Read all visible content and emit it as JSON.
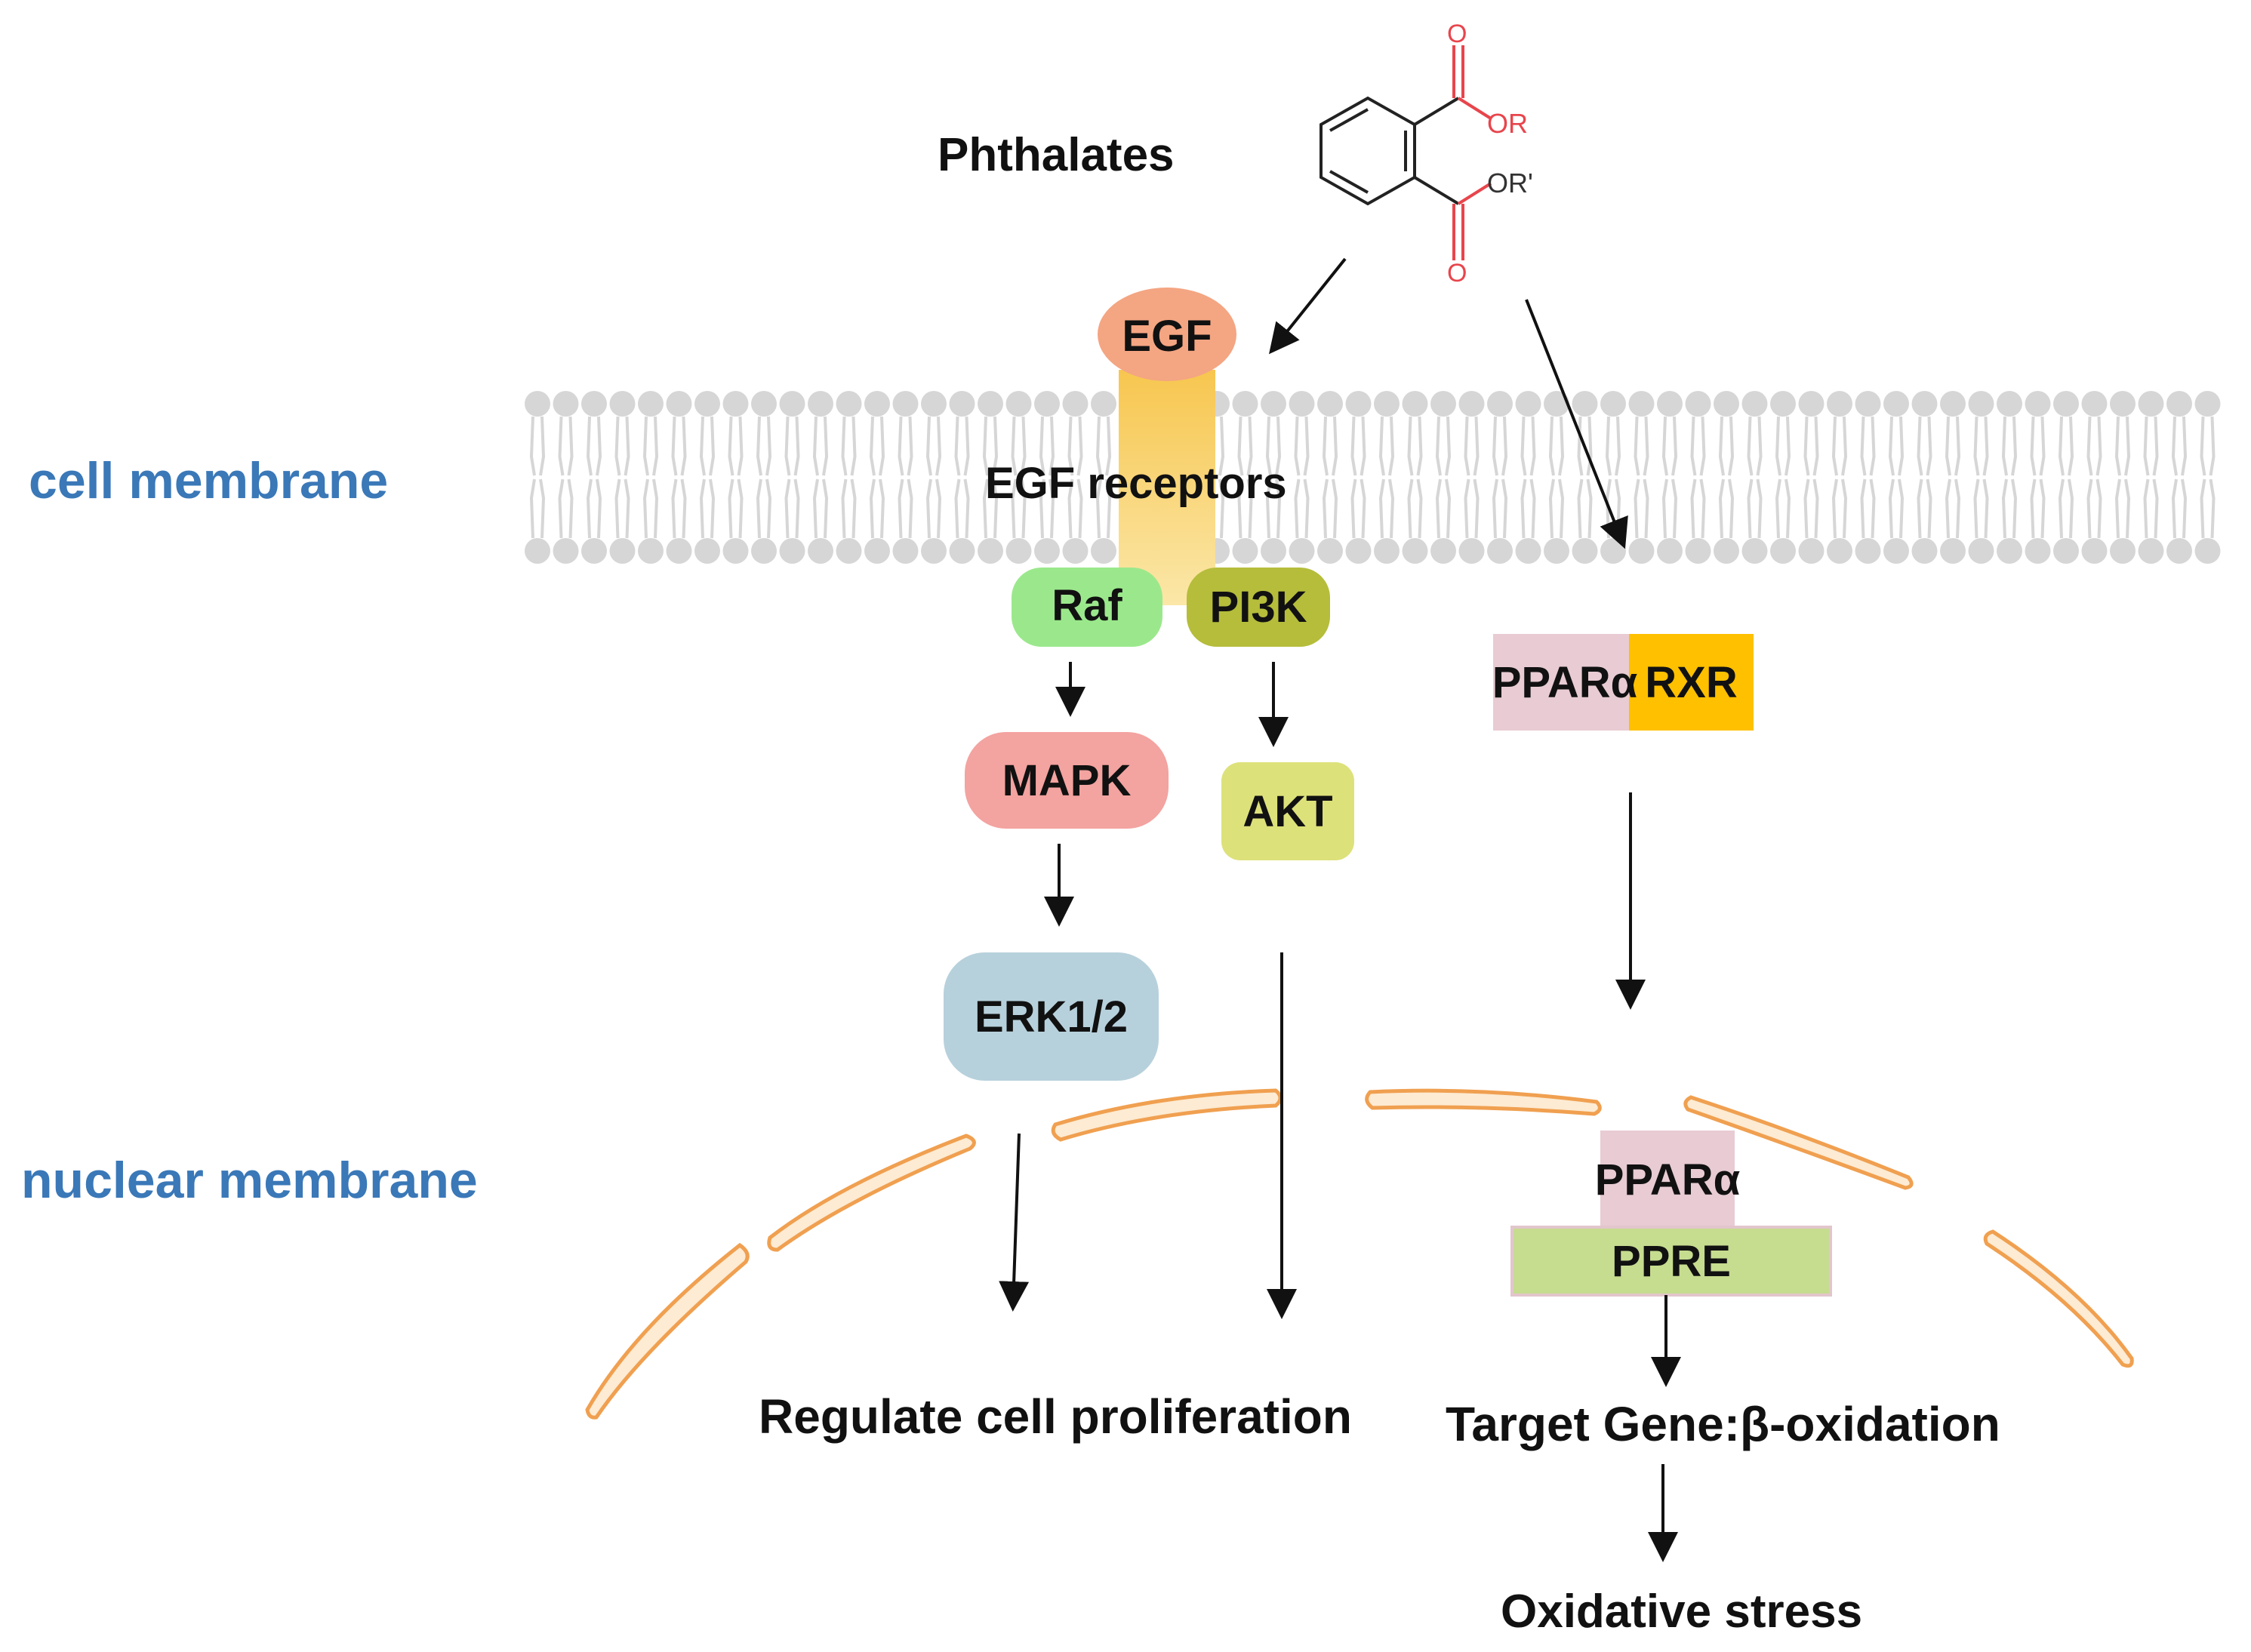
{
  "labels": {
    "phthalates": "Phthalates",
    "cell_membrane": "cell membrane",
    "nuclear_membrane": "nuclear membrane",
    "egf": "EGF",
    "egf_receptors": "EGF receptors",
    "raf": "Raf",
    "pi3k": "PI3K",
    "mapk": "MAPK",
    "akt": "AKT",
    "erk": "ERK1/2",
    "ppara_rxr_left": "PPARα",
    "rxr": "RXR",
    "ppara": "PPARα",
    "ppre": "PPRE",
    "regulate": "Regulate cell proliferation",
    "target_gene": "Target Gene:β-oxidation",
    "oxidative": "Oxidative stress"
  },
  "molecule": {
    "o_top": "O",
    "or": "OR",
    "or_prime": "OR'",
    "o_bottom": "O"
  },
  "colors": {
    "egf": "#f4a582",
    "receptor": "#f7c64f",
    "raf": "#9be88c",
    "pi3k": "#b5bd3b",
    "mapk": "#f3a3a0",
    "akt": "#dde17a",
    "erk": "#b7d1dc",
    "ppara_box": "#e8cbd3",
    "rxr_box": "#ffc000",
    "ppre_box": "#c6dc8f",
    "label_blue": "#3a78b8",
    "membrane_lipid": "#d6d6d6",
    "nuclear_stroke": "#f0a050",
    "nuclear_fill": "#fdebd3",
    "molecule_red": "#e8454c"
  }
}
